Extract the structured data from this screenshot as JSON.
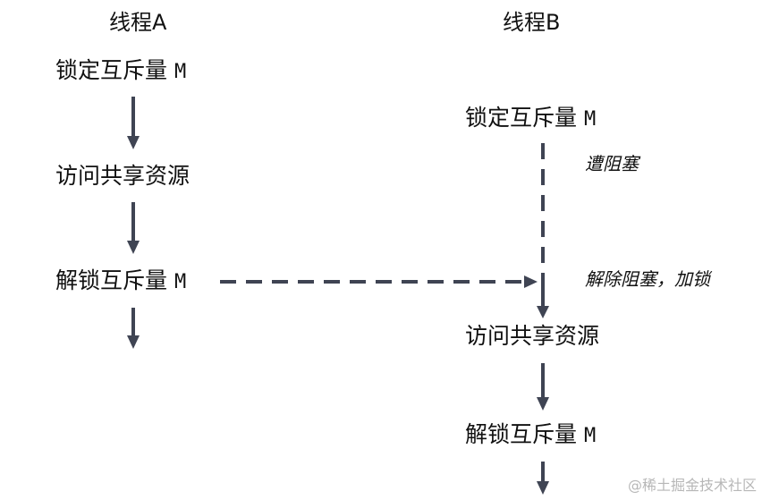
{
  "thread_a": {
    "title": "线程A",
    "steps": {
      "lock": {
        "text": "锁定互斥量",
        "var": "M"
      },
      "access": {
        "text": "访问共享资源"
      },
      "unlock": {
        "text": "解锁互斥量",
        "var": "M"
      }
    }
  },
  "thread_b": {
    "title": "线程B",
    "steps": {
      "lock": {
        "text": "锁定互斥量",
        "var": "M"
      },
      "access": {
        "text": "访问共享资源"
      },
      "unlock": {
        "text": "解锁互斥量",
        "var": "M"
      }
    },
    "notes": {
      "blocked": "遭阻塞",
      "unblocked": "解除阻塞，加锁"
    }
  },
  "watermark": "@稀土掘金技术社区",
  "colors": {
    "arrow": "#3f4453",
    "text": "#111111",
    "watermark": "#b7b7b7"
  }
}
